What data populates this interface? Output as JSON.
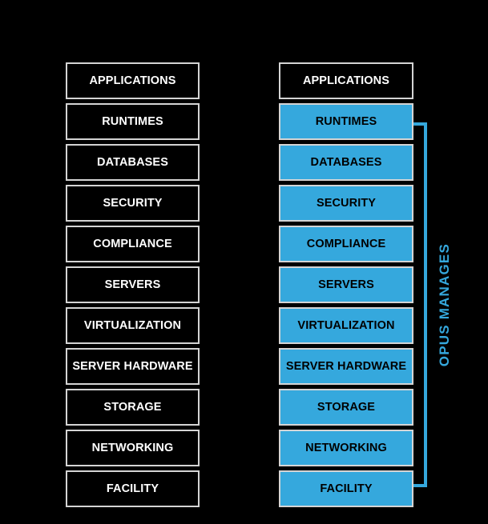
{
  "diagram": {
    "type": "responsibility-stack",
    "background_color": "#000000",
    "colors": {
      "managed_blue": "#35a8dd",
      "box_border": "#d4d4d4",
      "dark_fill": "#000000",
      "dark_text": "#ffffff",
      "blue_text": "#000000"
    },
    "columns": [
      {
        "id": "left",
        "name": "unmanaged-stack",
        "layers": [
          {
            "label": "APPLICATIONS",
            "variant": "dark"
          },
          {
            "label": "RUNTIMES",
            "variant": "dark"
          },
          {
            "label": "DATABASES",
            "variant": "dark"
          },
          {
            "label": "SECURITY",
            "variant": "dark"
          },
          {
            "label": "COMPLIANCE",
            "variant": "dark"
          },
          {
            "label": "SERVERS",
            "variant": "dark"
          },
          {
            "label": "VIRTUALIZATION",
            "variant": "dark"
          },
          {
            "label": "SERVER HARDWARE",
            "variant": "dark"
          },
          {
            "label": "STORAGE",
            "variant": "dark"
          },
          {
            "label": "NETWORKING",
            "variant": "dark"
          },
          {
            "label": "FACILITY",
            "variant": "dark"
          }
        ]
      },
      {
        "id": "right",
        "name": "managed-stack",
        "layers": [
          {
            "label": "APPLICATIONS",
            "variant": "dark"
          },
          {
            "label": "RUNTIMES",
            "variant": "blue"
          },
          {
            "label": "DATABASES",
            "variant": "blue"
          },
          {
            "label": "SECURITY",
            "variant": "blue"
          },
          {
            "label": "COMPLIANCE",
            "variant": "blue"
          },
          {
            "label": "SERVERS",
            "variant": "blue"
          },
          {
            "label": "VIRTUALIZATION",
            "variant": "blue"
          },
          {
            "label": "SERVER HARDWARE",
            "variant": "blue"
          },
          {
            "label": "STORAGE",
            "variant": "blue"
          },
          {
            "label": "NETWORKING",
            "variant": "blue"
          },
          {
            "label": "FACILITY",
            "variant": "blue"
          }
        ]
      }
    ],
    "annotation": {
      "caption": "OPUS MANAGES",
      "spans_from": "RUNTIMES",
      "spans_to": "FACILITY",
      "color": "#35a8dd"
    }
  }
}
